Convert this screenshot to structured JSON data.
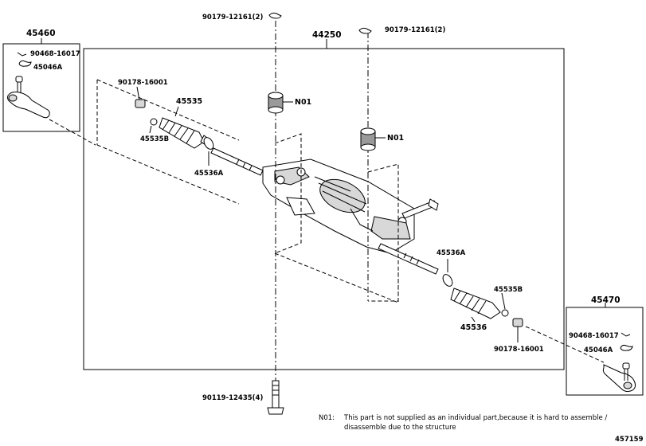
{
  "labels": {
    "part_45460": "45460",
    "part_90468_l": "90468-16017",
    "part_45046a_l": "45046A",
    "part_90178_l": "90178-16001",
    "part_45535": "45535",
    "part_45535b_l": "45535B",
    "part_45536a_l": "45536A",
    "part_90179_top": "90179-12161(2)",
    "part_90179_right": "90179-12161(2)",
    "part_44250": "44250",
    "n01_a": "N01",
    "n01_b": "N01",
    "part_45536a_r": "45536A",
    "part_45535b_r": "45535B",
    "part_45536": "45536",
    "part_90178_r": "90178-16001",
    "part_45470": "45470",
    "part_90468_r": "90468-16017",
    "part_45046a_r": "45046A",
    "part_90119": "90119-12435(4)"
  },
  "footnote": {
    "code": "N01:",
    "line1": "This part is not supplied as an individual part,because it is hard to assemble /",
    "line2": "disassemble due to the structure"
  },
  "figure_id": "457159"
}
